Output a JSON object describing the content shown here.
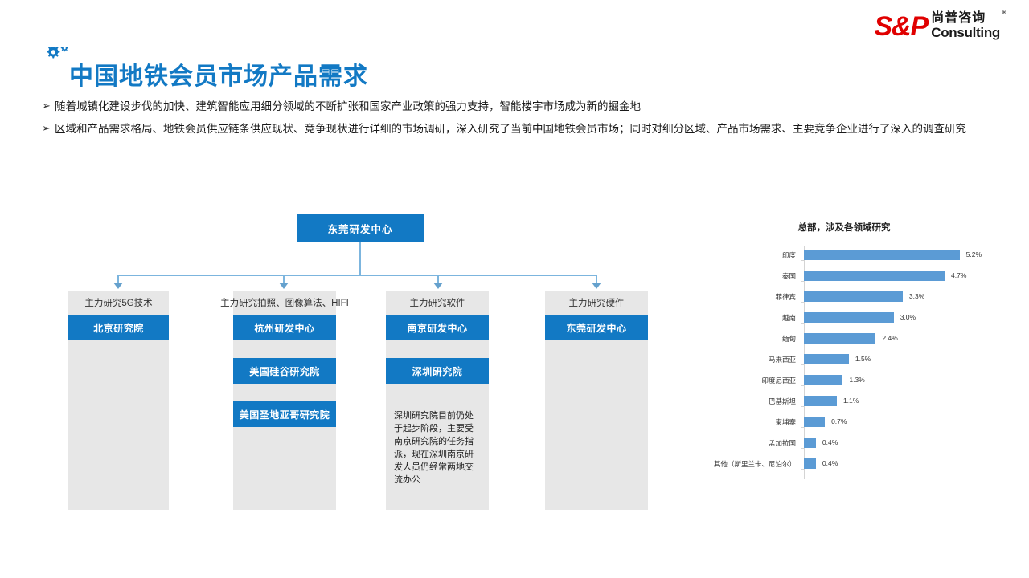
{
  "logo": {
    "brand": "S&P",
    "chinese": "尚普咨询",
    "registered": "®",
    "english": "Consulting"
  },
  "header": {
    "title": "中国地铁会员市场产品需求",
    "title_color": "#1279c4",
    "gear_icon": "gear-icon"
  },
  "bullets": [
    {
      "marker": "➢",
      "text": "随着城镇化建设步伐的加快、建筑智能应用细分领域的不断扩张和国家产业政策的强力支持，智能楼宇市场成为新的掘金地"
    },
    {
      "marker": "➢",
      "text": "区域和产品需求格局、地铁会员供应链条供应现状、竞争现状进行详细的市场调研，深入研究了当前中国地铁会员市场；同时对细分区域、产品市场需求、主要竞争企业进行了深入的调查研究"
    }
  ],
  "org_chart": {
    "root": "东莞研发中心",
    "accent_color": "#1279c4",
    "column_bg": "#e7e7e7",
    "columns": [
      {
        "head": "主力研究5G技术",
        "nodes": [
          "北京研究院"
        ],
        "note": ""
      },
      {
        "head": "主力研究拍照、图像算法、HIFI",
        "nodes": [
          "杭州研发中心",
          "美国硅谷研究院",
          "美国圣地亚哥研究院"
        ],
        "note": ""
      },
      {
        "head": "主力研究软件",
        "nodes": [
          "南京研发中心",
          "深圳研究院"
        ],
        "note": "深圳研究院目前仍处于起步阶段，主要受南京研究院的任务指派，现在深圳南京研发人员仍经常两地交流办公"
      },
      {
        "head": "主力研究硬件",
        "nodes": [
          "东莞研发中心"
        ],
        "note": ""
      }
    ]
  },
  "chart_data": {
    "type": "bar",
    "orientation": "horizontal",
    "title": "总部，涉及各领域研究",
    "xlabel": "",
    "ylabel": "",
    "grid": false,
    "legend": "none",
    "bar_color": "#5b9bd5",
    "xlim": [
      0,
      5.8
    ],
    "categories": [
      "印度",
      "泰国",
      "菲律宾",
      "越南",
      "缅甸",
      "马来西亚",
      "印度尼西亚",
      "巴基斯坦",
      "柬埔寨",
      "孟加拉国",
      "其他（斯里兰卡、尼泊尔）"
    ],
    "values": [
      5.2,
      4.7,
      3.3,
      3.0,
      2.4,
      1.5,
      1.3,
      1.1,
      0.7,
      0.4,
      0.4
    ],
    "value_labels": [
      "5.2%",
      "4.7%",
      "3.3%",
      "3.0%",
      "2.4%",
      "1.5%",
      "1.3%",
      "1.1%",
      "0.7%",
      "0.4%",
      "0.4%"
    ]
  }
}
